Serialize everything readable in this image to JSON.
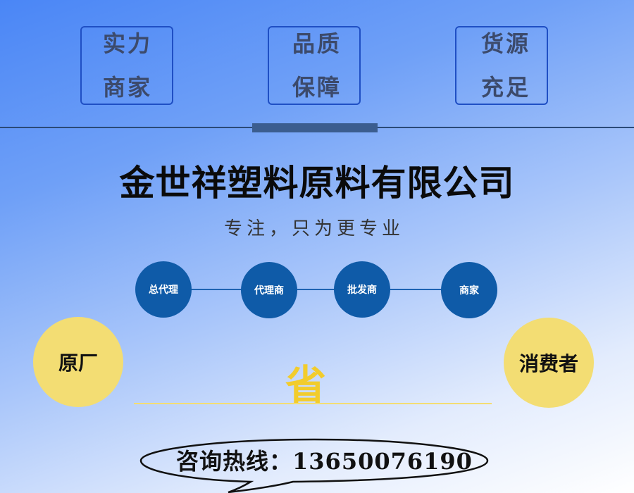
{
  "badges": [
    {
      "line1": "实力",
      "line2": "商家"
    },
    {
      "line1": "品质",
      "line2": "保障"
    },
    {
      "line1": "货源",
      "line2": "充足"
    }
  ],
  "company_name": "金世祥塑料原料有限公司",
  "slogan": "专注，只为更专业",
  "chain": [
    "总代理",
    "代理商",
    "批发商",
    "商家"
  ],
  "ends": {
    "left": "原厂",
    "right": "消费者"
  },
  "save_label": "省",
  "hotline": {
    "label": "咨询热线：",
    "number": "13650076190"
  },
  "colors": {
    "badge_border": "#1f4fc4",
    "node": "#0f5ba8",
    "circle": "#f3dd73",
    "save": "#f2cc2c"
  }
}
